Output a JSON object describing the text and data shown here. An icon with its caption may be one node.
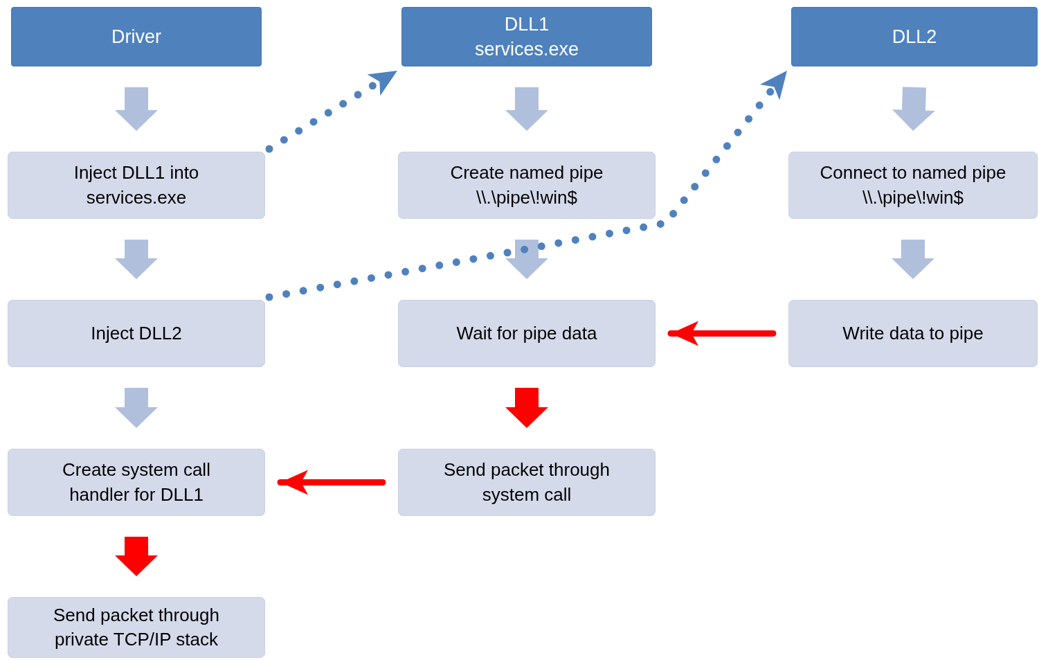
{
  "diagram": {
    "nodes": [
      {
        "text": [
          "Driver"
        ]
      },
      {
        "text": [
          "Inject DLL1 into services.exe"
        ]
      },
      {
        "text": [
          "Inject DLL2"
        ]
      },
      {
        "text": [
          "Create system call handler for DLL1"
        ]
      },
      {
        "text": [
          "Send packet through private TCP/IP stack"
        ]
      },
      {
        "text": [
          "DLL1",
          "services.exe"
        ]
      },
      {
        "text": [
          "Create named pipe \\\\.\\pipe\\!win$"
        ]
      },
      {
        "text": [
          "Wait for pipe data"
        ]
      },
      {
        "text": [
          "Send packet through system call"
        ]
      },
      {
        "text": [
          "DLL2"
        ]
      },
      {
        "text": [
          "Connect to named pipe \\\\.\\pipe\\!win$"
        ]
      },
      {
        "text": [
          "Write data to pipe"
        ]
      }
    ],
    "edges": [
      {
        "from": 0,
        "to": 1,
        "arrow": "to",
        "style": "thick"
      },
      {
        "from": 1,
        "to": 2,
        "arrow": "to",
        "style": "thick"
      },
      {
        "from": 2,
        "to": 3,
        "arrow": "to",
        "style": "thick"
      },
      {
        "from": 3,
        "to": 4,
        "arrow": "to",
        "style": "thick",
        "color": "#ff0000"
      },
      {
        "from": 5,
        "to": 6,
        "arrow": "to",
        "style": "thick"
      },
      {
        "from": 6,
        "to": 7,
        "arrow": "to",
        "style": "thick"
      },
      {
        "from": 7,
        "to": 8,
        "arrow": "to",
        "style": "thick",
        "color": "#ff0000"
      },
      {
        "from": 9,
        "to": 10,
        "arrow": "to",
        "style": "thick"
      },
      {
        "from": 10,
        "to": 11,
        "arrow": "to",
        "style": "thick"
      },
      {
        "from": 11,
        "to": 7,
        "arrow": "to",
        "color": "#ff0000"
      },
      {
        "from": 8,
        "to": 3,
        "arrow": "to",
        "color": "#ff0000"
      },
      {
        "from": 1,
        "to": 5,
        "arrow": "to",
        "style": "dashed",
        "color": "#4f81bd"
      },
      {
        "from": 2,
        "to": 9,
        "arrow": "to",
        "style": "dashed",
        "color": "#4f81bd"
      }
    ]
  }
}
